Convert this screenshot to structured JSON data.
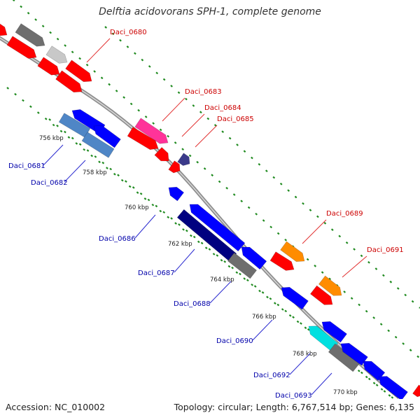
{
  "title": "Delftia acidovorans SPH-1, complete genome",
  "footer": {
    "accession": "Accession: NC_010002",
    "topology": "Topology: circular; Length: 6,767,514 bp; Genes: 6,135"
  },
  "colors": {
    "backbone": "#8e8e8e",
    "tick_dots": "#1f8a1f",
    "forward_label": "#cc0000",
    "reverse_label": "#0000aa",
    "red": "#ff0000",
    "gray": "#6e6e6e",
    "light_gray": "#c8c8c8",
    "magenta": "#ff3399",
    "dark_slate": "#3a3a8a",
    "blue": "#0000ff",
    "steel_blue": "#4f86c6",
    "navy": "#000080",
    "orange": "#ff8c00",
    "cyan": "#00e0e0"
  },
  "ticks": [
    "756 kbp",
    "758 kbp",
    "760 kbp",
    "762 kbp",
    "764 kbp",
    "766 kbp",
    "768 kbp",
    "770 kbp"
  ],
  "gene_labels": [
    {
      "text": "Daci_0680",
      "strand": "forward"
    },
    {
      "text": "Daci_0683",
      "strand": "forward"
    },
    {
      "text": "Daci_0684",
      "strand": "forward"
    },
    {
      "text": "Daci_0685",
      "strand": "forward"
    },
    {
      "text": "Daci_0689",
      "strand": "forward"
    },
    {
      "text": "Daci_0691",
      "strand": "forward"
    },
    {
      "text": "Daci_0681",
      "strand": "reverse"
    },
    {
      "text": "Daci_0682",
      "strand": "reverse"
    },
    {
      "text": "Daci_0686",
      "strand": "reverse"
    },
    {
      "text": "Daci_0687",
      "strand": "reverse"
    },
    {
      "text": "Daci_0688",
      "strand": "reverse"
    },
    {
      "text": "Daci_0690",
      "strand": "reverse"
    },
    {
      "text": "Daci_0692",
      "strand": "reverse"
    },
    {
      "text": "Daci_0693",
      "strand": "reverse"
    }
  ]
}
